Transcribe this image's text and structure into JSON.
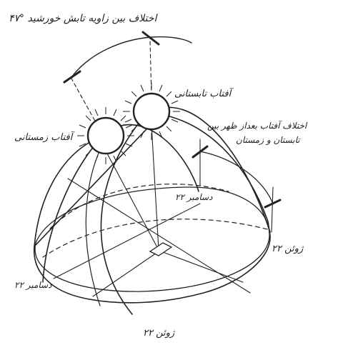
{
  "labels": {
    "angle_difference": "۴۷° اختلاف بین زاویه تابش خورشید",
    "summer_sun": "آفتاب تابستانی",
    "winter_sun": "آفتاب زمستانی",
    "height_difference_line1": "اختلاف آفتاب بعداز ظهر بین",
    "height_difference_line2": "تابستان و زمستان",
    "dec22_right": "۲۲ دسامبر",
    "dec22_left": "۲۲ دسامبر",
    "june22_right": "۲۲ ژوئن",
    "june22_bottom": "۲۲ ژوئن"
  },
  "colors": {
    "ink": "#222222",
    "background": "#ffffff"
  }
}
